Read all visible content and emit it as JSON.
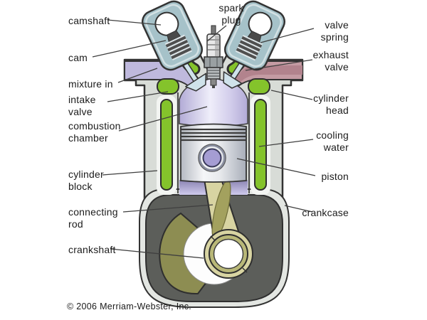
{
  "labels": {
    "camshaft": "camshaft",
    "cam": "cam",
    "mixture_in": "mixture in",
    "intake_valve": "intake\nvalve",
    "combustion_chamber": "combustion\nchamber",
    "cylinder_block": "cylinder\nblock",
    "connecting_rod": "connecting\nrod",
    "crankshaft": "crankshaft",
    "spark_plug": "spark\nplug",
    "valve_spring": "valve\nspring",
    "exhaust_valve": "exhaust\nvalve",
    "cylinder_head": "cylinder\nhead",
    "cooling_water": "cooling\nwater",
    "piston": "piston",
    "crankcase": "crankcase"
  },
  "copyright": "© 2006 Merriam-Webster, Inc.",
  "colors": {
    "body_gray": "#d8dcd7",
    "cooling_green": "#84c32b",
    "intake_lavender": "#bfb9dd",
    "exhaust_pink": "#c49ba3",
    "exhaust_dark": "#b2838d",
    "camshaft_housing": "#a6c2c9",
    "valve_blue": "#cfe2ea",
    "crankcase_dark": "#5c5e5a",
    "rod_tan": "#d8d4a2",
    "crank_olive": "#8d8d52",
    "pin_purple": "#a59dd3",
    "outline": "#333333"
  }
}
